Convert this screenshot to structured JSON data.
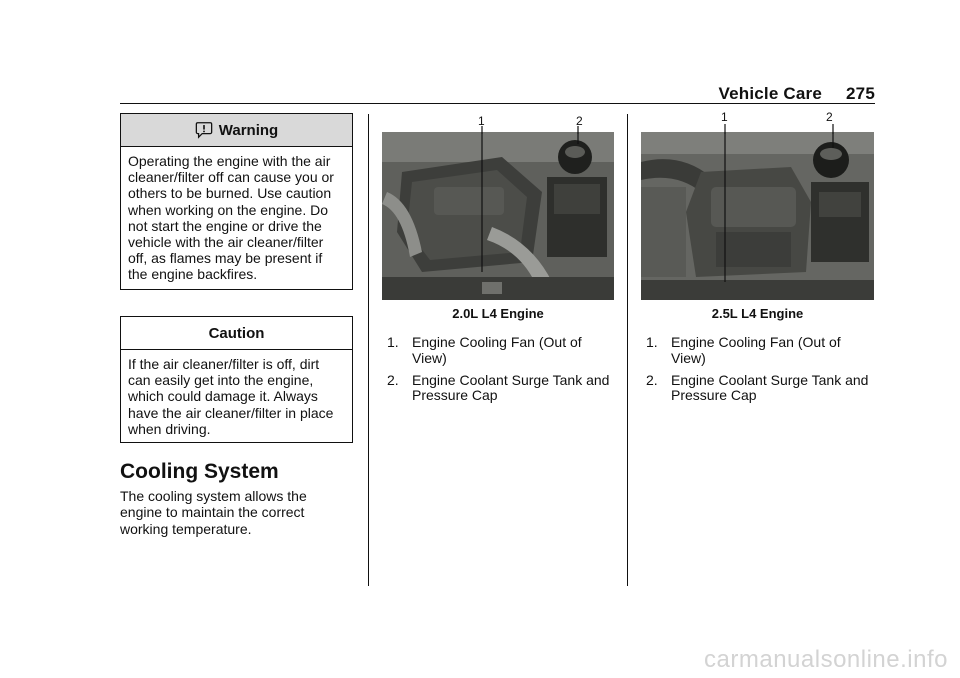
{
  "header": {
    "section": "Vehicle Care",
    "page_number": "275"
  },
  "warning_box": {
    "title": "Warning",
    "text": "Operating the engine with the air cleaner/filter off can cause you or others to be burned. Use caution when working on the engine. Do not start the engine or drive the vehicle with the air cleaner/filter off, as flames may be present if the engine backfires."
  },
  "caution_box": {
    "title": "Caution",
    "text": "If the air cleaner/filter is off, dirt can easily get into the engine, which could damage it. Always have the air cleaner/filter in place when driving."
  },
  "cooling_section": {
    "title": "Cooling System",
    "text": "The cooling system allows the engine to maintain the correct working temperature."
  },
  "figures": [
    {
      "caption": "2.0L L4 Engine",
      "callouts": [
        "1",
        "2"
      ],
      "items": [
        {
          "num": "1.",
          "text": "Engine Cooling Fan (Out of View)"
        },
        {
          "num": "2.",
          "text": "Engine Coolant Surge Tank and Pressure Cap"
        }
      ]
    },
    {
      "caption": "2.5L L4 Engine",
      "callouts": [
        "1",
        "2"
      ],
      "items": [
        {
          "num": "1.",
          "text": "Engine Cooling Fan (Out of View)"
        },
        {
          "num": "2.",
          "text": "Engine Coolant Surge Tank and Pressure Cap"
        }
      ]
    }
  ],
  "watermark": "carmanualsonline.info"
}
